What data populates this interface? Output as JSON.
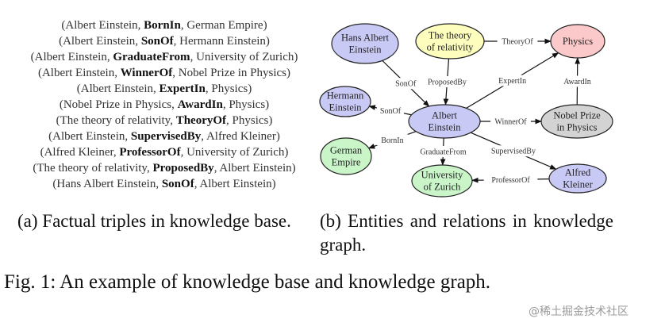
{
  "triples": [
    {
      "head": "Albert Einstein",
      "rel": "BornIn",
      "tail": "German Empire"
    },
    {
      "head": "Albert Einstein",
      "rel": "SonOf",
      "tail": "Hermann Einstein"
    },
    {
      "head": "Albert Einstein",
      "rel": "GraduateFrom",
      "tail": "University of Zurich"
    },
    {
      "head": "Albert Einstein",
      "rel": "WinnerOf",
      "tail": "Nobel Prize in Physics"
    },
    {
      "head": "Albert Einstein",
      "rel": "ExpertIn",
      "tail": "Physics"
    },
    {
      "head": "Nobel Prize in Physics",
      "rel": "AwardIn",
      "tail": "Physics"
    },
    {
      "head": "The theory of relativity",
      "rel": "TheoryOf",
      "tail": "Physics"
    },
    {
      "head": "Albert Einstein",
      "rel": "SupervisedBy",
      "tail": "Alfred Kleiner"
    },
    {
      "head": "Alfred Kleiner",
      "rel": "ProfessorOf",
      "tail": "University of Zurich"
    },
    {
      "head": "The theory of relativity",
      "rel": "ProposedBy",
      "tail": "Albert Einstein"
    },
    {
      "head": "Hans Albert Einstein",
      "rel": "SonOf",
      "tail": "Albert Einstein"
    }
  ],
  "graph": {
    "nodes": [
      {
        "id": "hans",
        "lines": [
          "Hans Albert",
          "Einstein"
        ],
        "color": "#c9c9f5"
      },
      {
        "id": "theory",
        "lines": [
          "The theory",
          "of relativity"
        ],
        "color": "#fdfdbd"
      },
      {
        "id": "physics",
        "lines": [
          "Physics"
        ],
        "color": "#fbc9c9"
      },
      {
        "id": "hermann",
        "lines": [
          "Hermann",
          "Einstein"
        ],
        "color": "#c9c9f5"
      },
      {
        "id": "albert",
        "lines": [
          "Albert",
          "Einstein"
        ],
        "color": "#c9c9f5"
      },
      {
        "id": "nobel",
        "lines": [
          "Nobel Prize",
          "in Physics"
        ],
        "color": "#d3d3d3"
      },
      {
        "id": "german",
        "lines": [
          "German",
          "Empire"
        ],
        "color": "#c9f5c9"
      },
      {
        "id": "zurich",
        "lines": [
          "University",
          "of Zurich"
        ],
        "color": "#c9f5c9"
      },
      {
        "id": "alfred",
        "lines": [
          "Alfred",
          "Kleiner"
        ],
        "color": "#c9c9f5"
      }
    ],
    "edges": [
      {
        "from": "hans",
        "to": "albert",
        "label": "SonOf"
      },
      {
        "from": "theory",
        "to": "albert",
        "label": "ProposedBy"
      },
      {
        "from": "theory",
        "to": "physics",
        "label": "TheoryOf"
      },
      {
        "from": "albert",
        "to": "physics",
        "label": "ExpertIn"
      },
      {
        "from": "nobel",
        "to": "physics",
        "label": "AwardIn"
      },
      {
        "from": "albert",
        "to": "hermann",
        "label": "SonOf"
      },
      {
        "from": "albert",
        "to": "nobel",
        "label": "WinnerOf"
      },
      {
        "from": "albert",
        "to": "german",
        "label": "BornIn"
      },
      {
        "from": "albert",
        "to": "zurich",
        "label": "GraduateFrom"
      },
      {
        "from": "albert",
        "to": "alfred",
        "label": "SupervisedBy"
      },
      {
        "from": "alfred",
        "to": "zurich",
        "label": "ProfessorOf"
      }
    ]
  },
  "captions": {
    "a": "(a) Factual triples in knowledge base.",
    "b": "(b)  Entities  and  relations  in knowledge graph.",
    "figure": "Fig. 1: An example of knowledge base and knowledge graph."
  },
  "watermark": "@稀土掘金技术社区"
}
